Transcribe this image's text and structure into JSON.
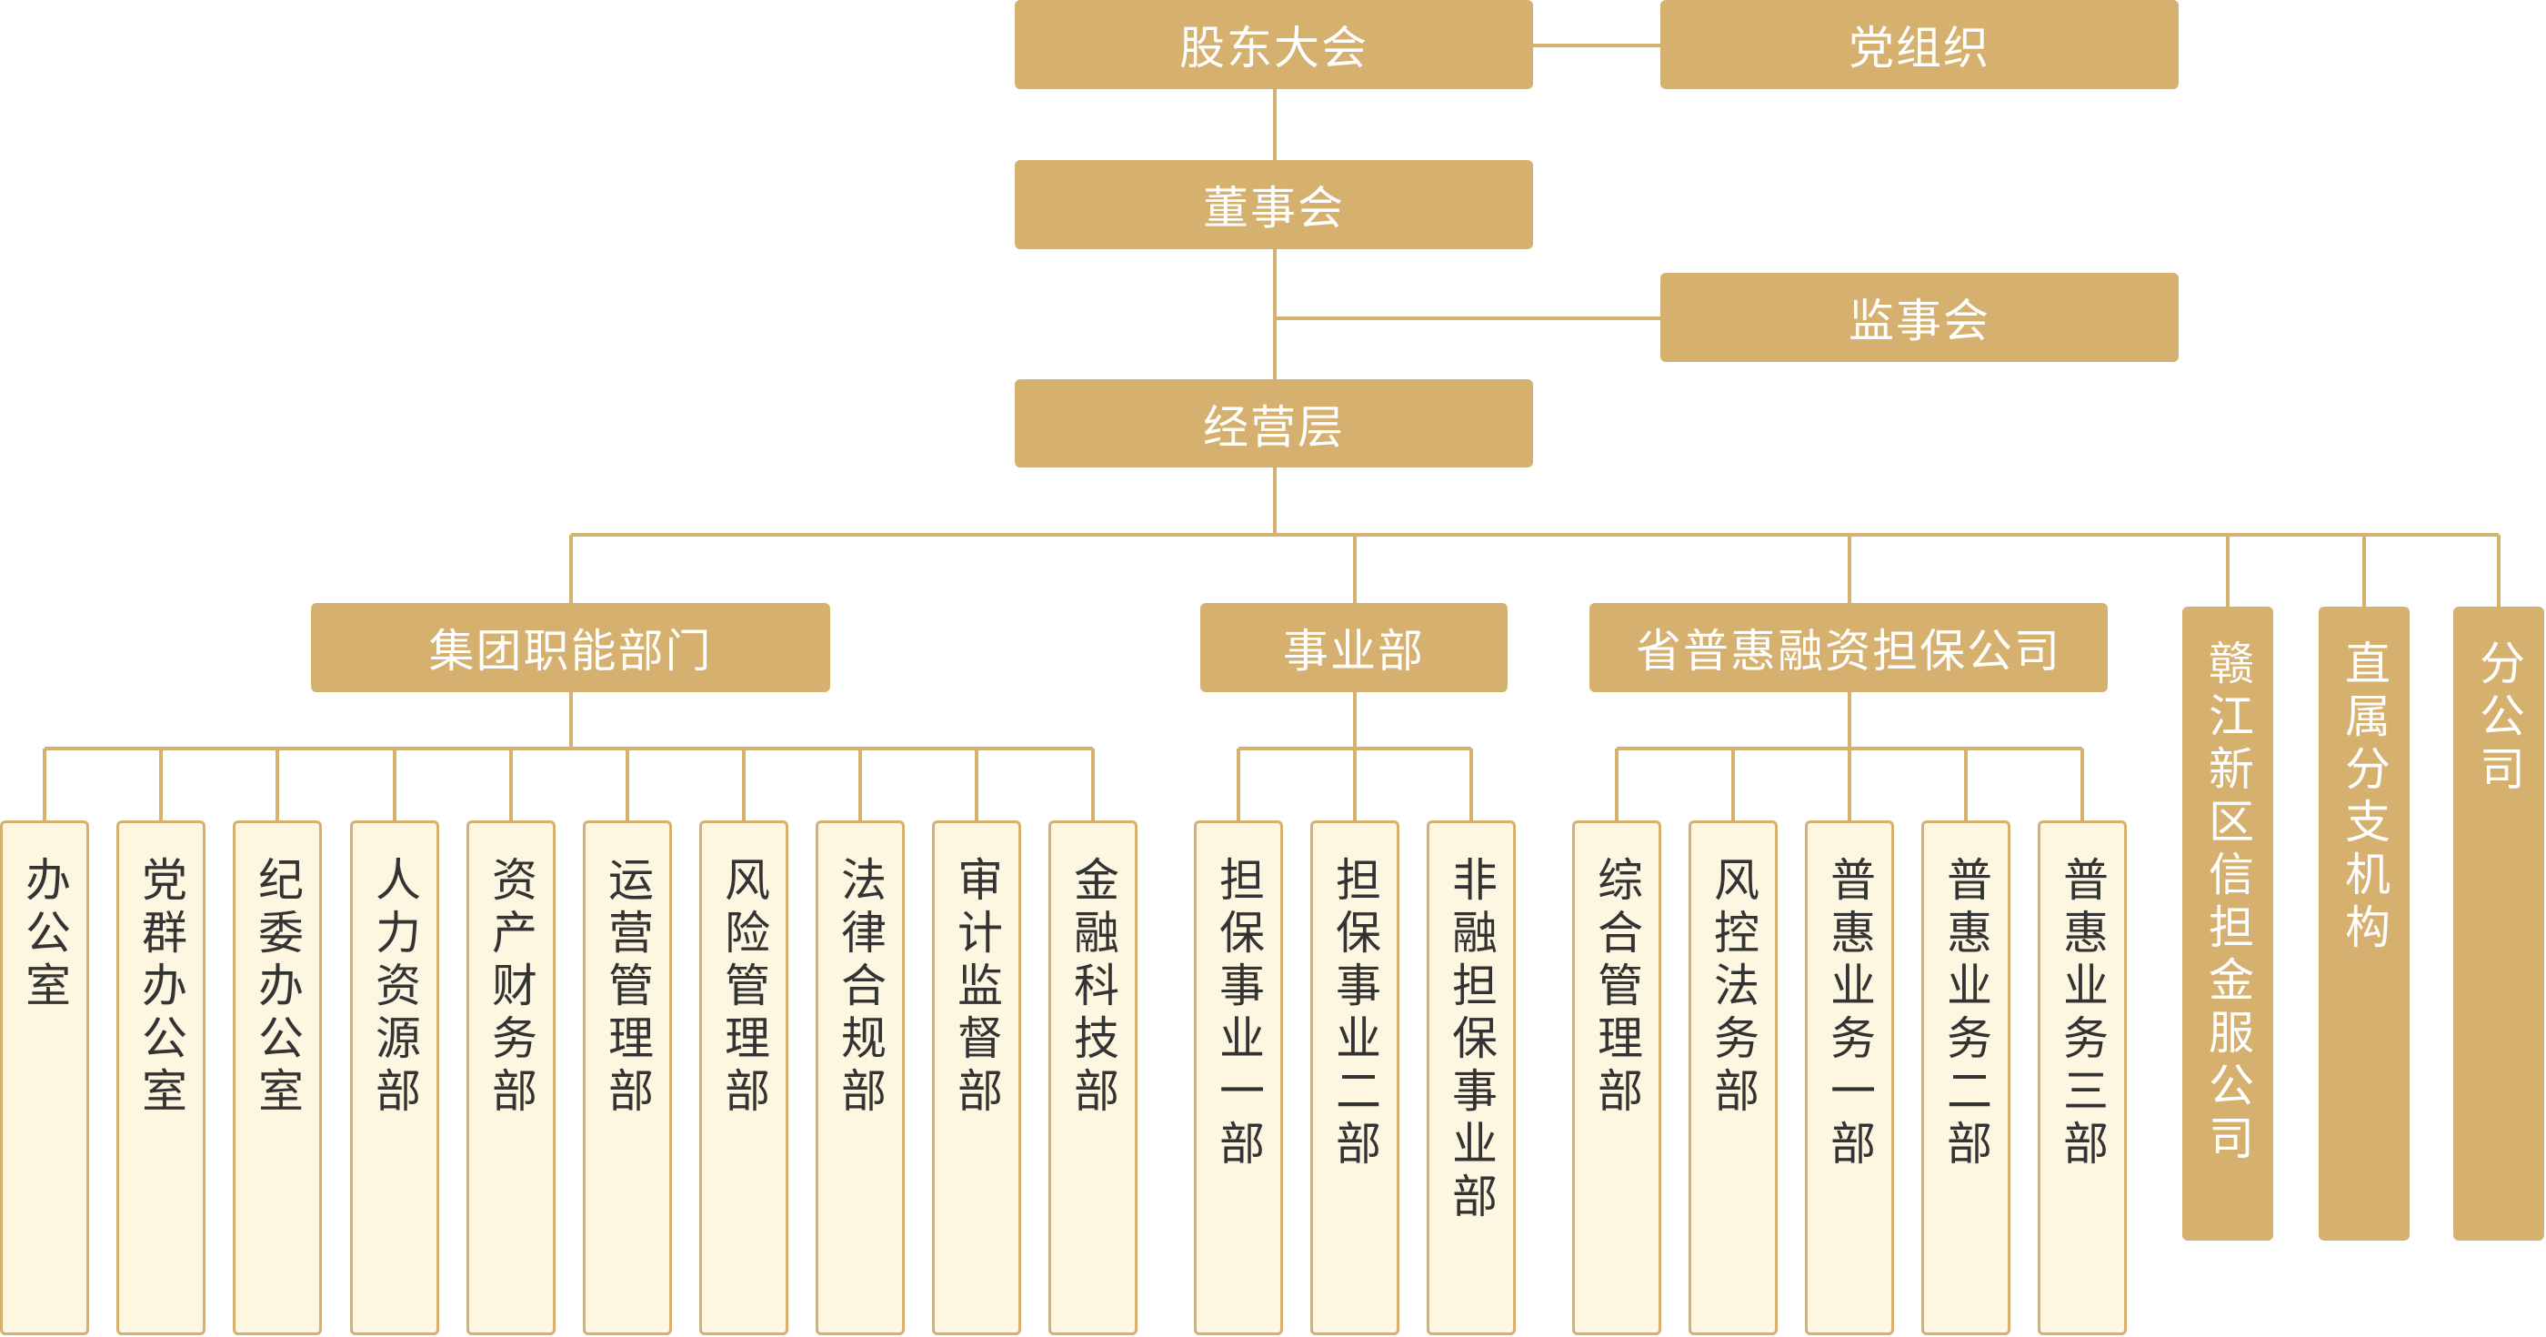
{
  "colors": {
    "gold": "#d5b06e",
    "light_fill": "#fdf6e1",
    "line": "#d5b06e",
    "dark_text": "#333333"
  },
  "top": {
    "shareholders": "股东大会",
    "party": "党组织",
    "board": "董事会",
    "supervisors": "监事会",
    "management": "经营层"
  },
  "level2": {
    "functional": "集团职能部门",
    "business": "事业部",
    "guarantee_company": "省普惠融资担保公司",
    "ganjiang": "赣江新区信担金服公司",
    "direct": "直属分支机构",
    "branch": "分公司"
  },
  "functional_departments": [
    "办公室",
    "党群办公室",
    "纪委办公室",
    "人力资源部",
    "资产财务部",
    "运营管理部",
    "风险管理部",
    "法律合规部",
    "审计监督部",
    "金融科技部"
  ],
  "business_departments": [
    "担保事业一部",
    "担保事业二部",
    "非融担保事业部"
  ],
  "guarantee_departments": [
    "综合管理部",
    "风控法务部",
    "普惠业务一部",
    "普惠业务二部",
    "普惠业务三部"
  ]
}
